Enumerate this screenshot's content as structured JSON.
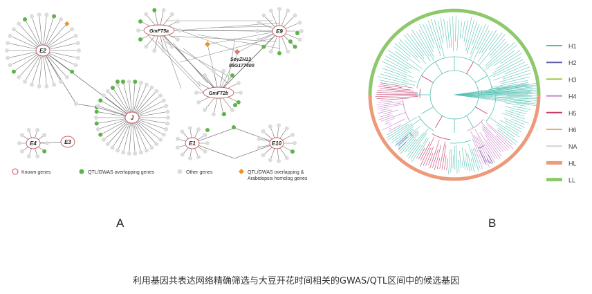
{
  "panels": {
    "a_label": "A",
    "b_label": "B"
  },
  "caption": "利用基因共表达网络精确筛选与大豆开花时间相关的GWAS/QTL区间中的候选基因",
  "network": {
    "hubs": [
      {
        "id": "E2",
        "label": "E2"
      },
      {
        "id": "J",
        "label": "J"
      },
      {
        "id": "GmFT5a",
        "label": "GmFT5a"
      },
      {
        "id": "E9",
        "label": "E9"
      },
      {
        "id": "GmFT2b",
        "label": "GmFT2b"
      },
      {
        "id": "E4",
        "label": "E4"
      },
      {
        "id": "E3",
        "label": "E3"
      },
      {
        "id": "E1",
        "label": "E1"
      },
      {
        "id": "E10",
        "label": "E10"
      }
    ],
    "special_gene_label_1": "SoyZH13_",
    "special_gene_label_2": "05G177400",
    "legend": [
      {
        "label": "Known genes",
        "color": "#c9555a",
        "shape": "ring"
      },
      {
        "label": "QTL/GWAS overlapping genes",
        "color": "#5db348",
        "shape": "dot"
      },
      {
        "label": "Other genes",
        "color": "#dcdcdc",
        "shape": "dot"
      },
      {
        "label": "QTL/GWAS overlapping &",
        "label2": "Arabidopsis homolog genes",
        "color": "#f0902b",
        "shape": "diamond"
      }
    ]
  },
  "tree": {
    "legend": [
      {
        "label": "H1",
        "color": "#4fbfb2"
      },
      {
        "label": "H2",
        "color": "#5d5aa6"
      },
      {
        "label": "H3",
        "color": "#9bc43d"
      },
      {
        "label": "H4",
        "color": "#c784c6"
      },
      {
        "label": "H5",
        "color": "#c0386a"
      },
      {
        "label": "H6",
        "color": "#f0a85a"
      },
      {
        "label": "NA",
        "color": "#cfd3d3"
      },
      {
        "label": "HL",
        "color": "#ee9a7a"
      },
      {
        "label": "LL",
        "color": "#8dc96b"
      }
    ]
  }
}
